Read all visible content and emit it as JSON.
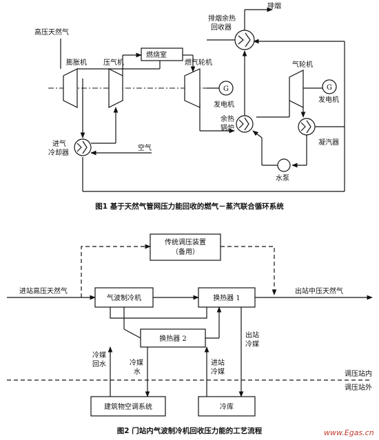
{
  "fig1": {
    "caption": "图1  基于天然气管网压力能回收的燃气－蒸汽联合循环系统",
    "labels": {
      "exhaust": "排烟",
      "recuperator_line1": "排烟余热",
      "recuperator_line2": "回收器",
      "hp_gas": "高压天然气",
      "expander": "膨胀机",
      "compressor": "压气机",
      "combustor": "燃烧室",
      "gas_turbine": "燃气轮机",
      "generator1": "发电机",
      "steam_turbine": "气轮机",
      "generator2": "发电机",
      "hrsg_line1": "余热",
      "hrsg_line2": "锅炉",
      "condenser": "凝汽器",
      "precooler_line1": "进气",
      "precooler_line2": "冷却器",
      "air": "空气",
      "pump": "水泵",
      "gen_symbol": "G"
    }
  },
  "fig2": {
    "caption": "图2  门站内气波制冷机回收压力能的工艺流程",
    "labels": {
      "traditional_line1": "传统调压装置",
      "traditional_line2": "（备用）",
      "inlet": "进站高压天然气",
      "wave_refrigerator": "气波制冷机",
      "hx1": "换热器 1",
      "outlet": "出站中压天然气",
      "hx2": "换热器 2",
      "coolant_return_line1": "冷媒",
      "coolant_return_line2": "回水",
      "coolant_water_line1": "冷媒",
      "coolant_water_line2": "水",
      "inbound_coolant_line1": "进站",
      "inbound_coolant_line2": "冷媒",
      "outbound_coolant_line1": "出站",
      "outbound_coolant_line2": "冷媒",
      "inside_station": "调压站内",
      "outside_station": "调压站外",
      "building_ac": "建筑物空调系统",
      "cold_storage": "冷库"
    }
  },
  "watermark": "www.Egas.cn"
}
